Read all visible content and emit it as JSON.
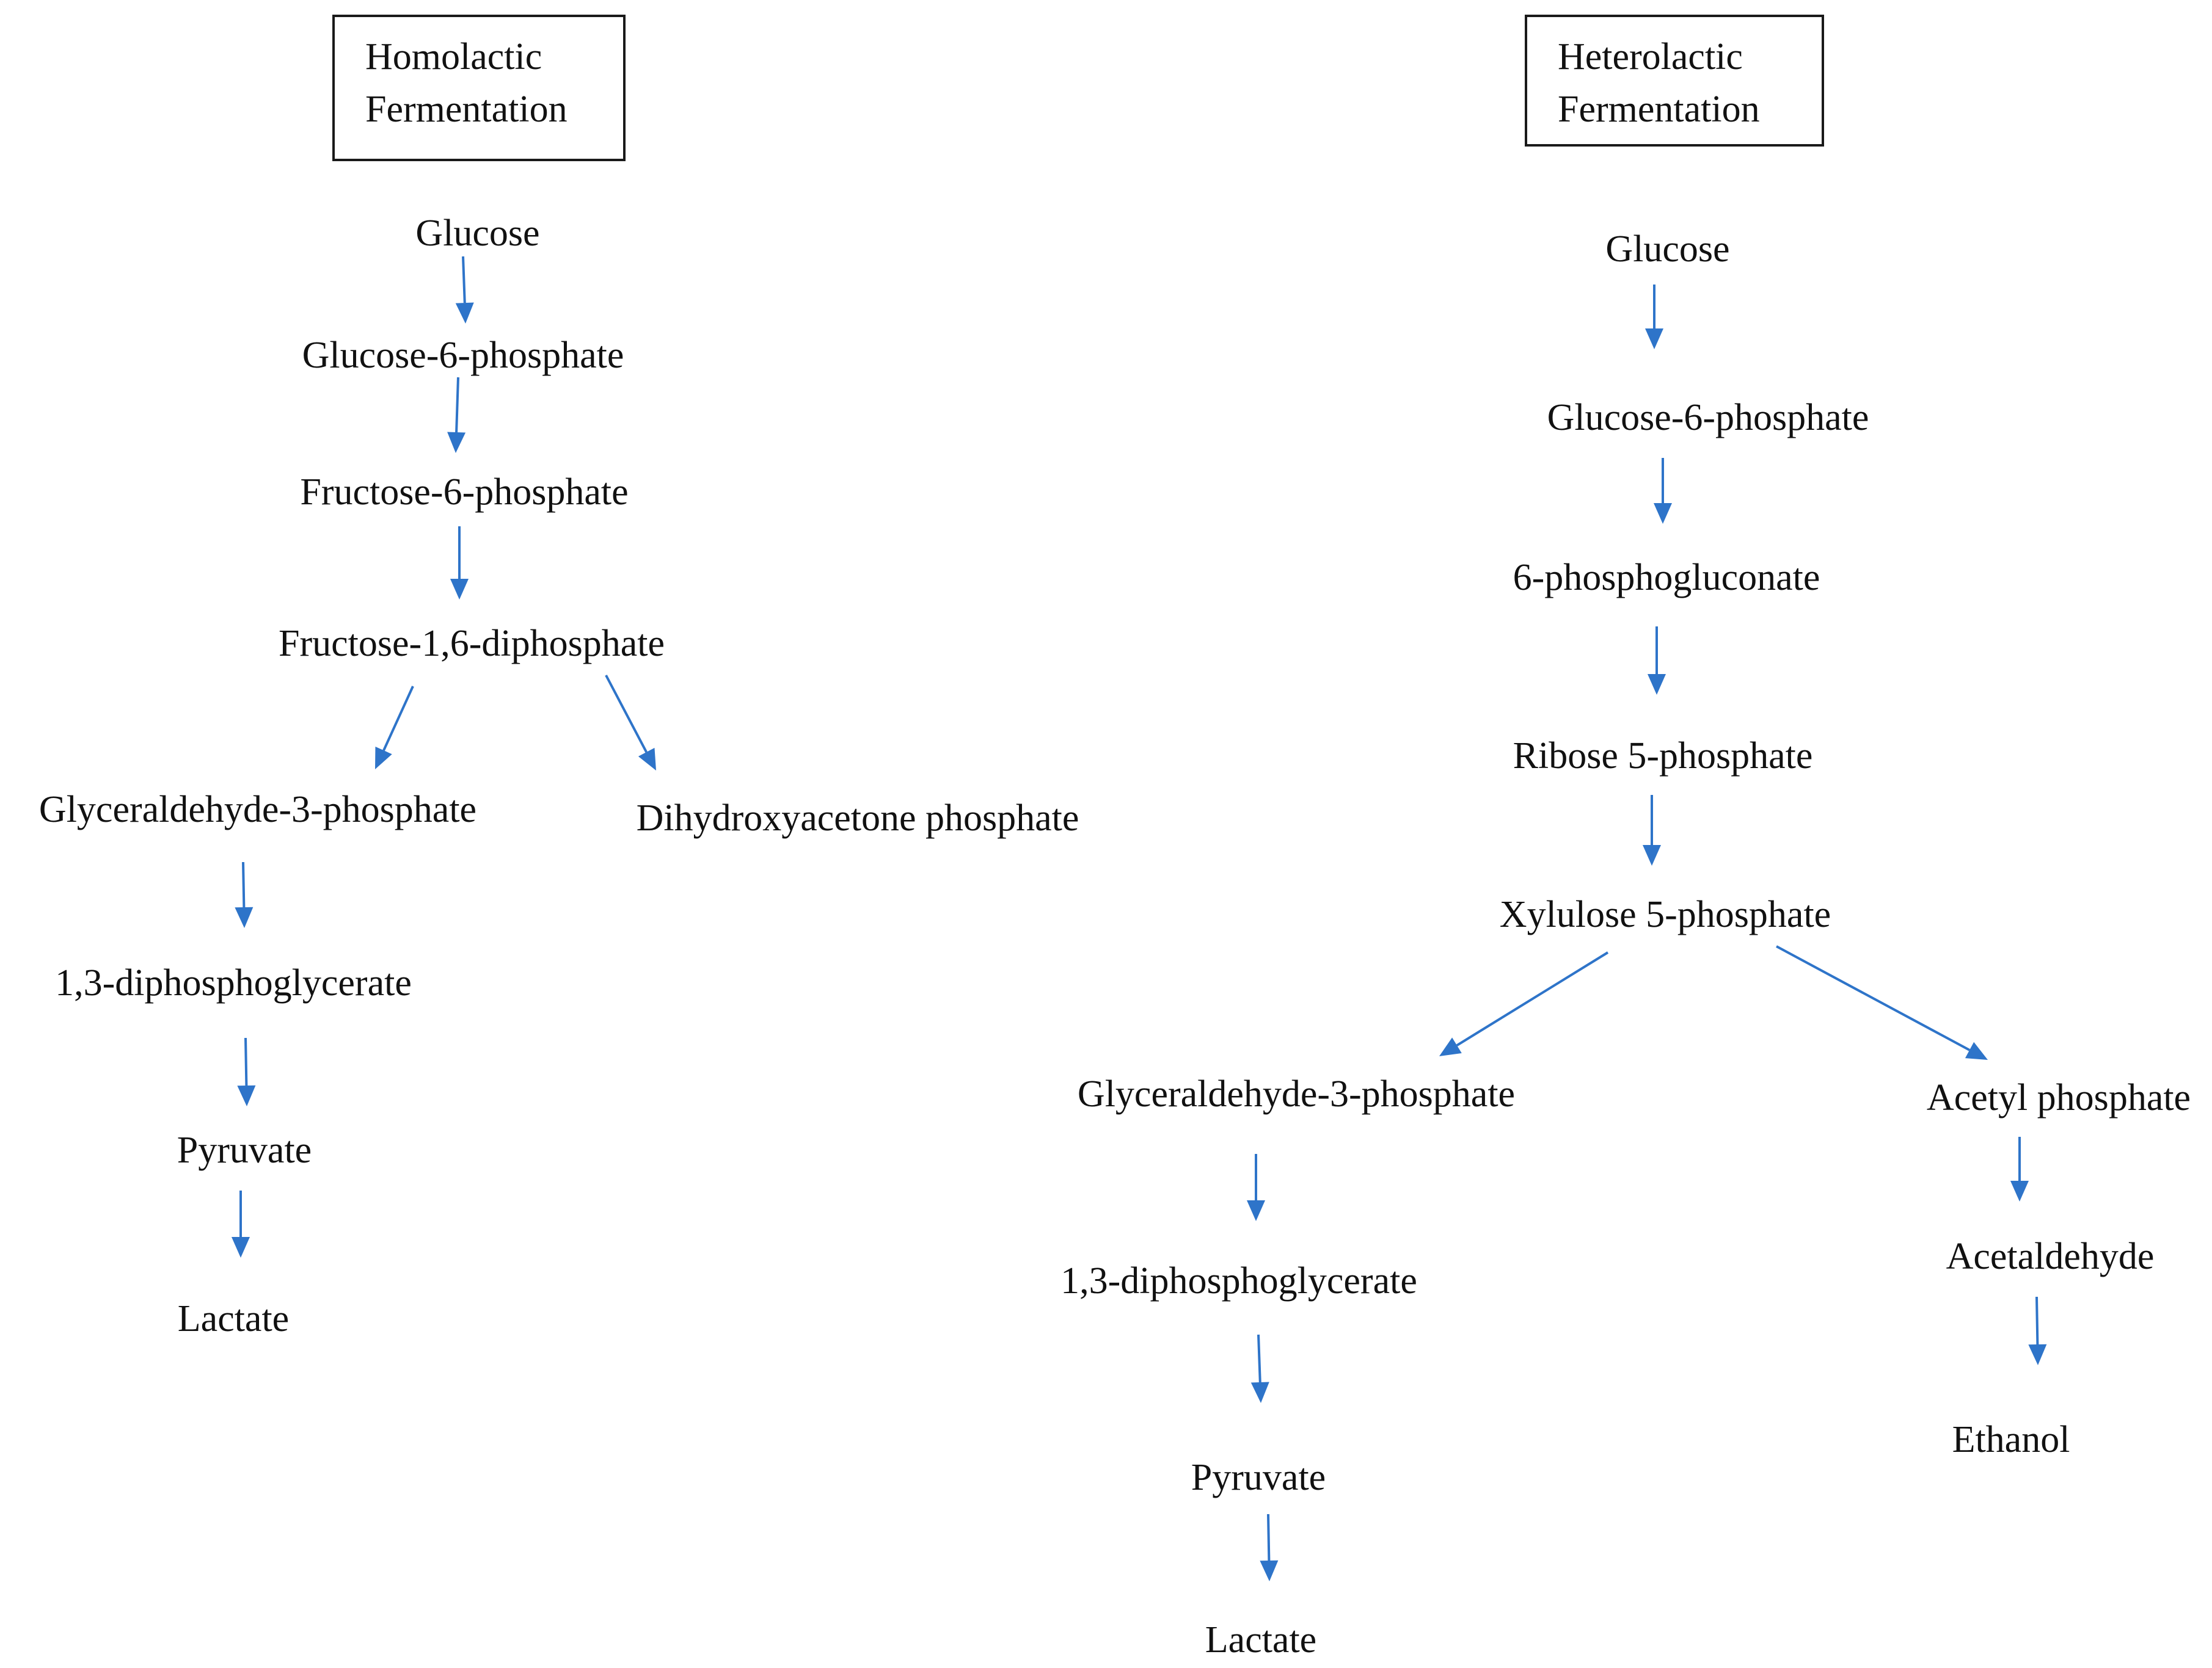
{
  "colors": {
    "arrow": "#2e74c9",
    "text": "#111111",
    "border": "#1a1a1a"
  },
  "homolactic": {
    "title_line1": "Homolactic",
    "title_line2": "Fermentation",
    "glucose": "Glucose",
    "glucose_6_phosphate": "Glucose-6-phosphate",
    "fructose_6_phosphate": "Fructose-6-phosphate",
    "fructose_1_6_diphosphate": "Fructose-1,6-diphosphate",
    "glyceraldehyde_3_phosphate": "Glyceraldehyde-3-phosphate",
    "dihydroxyacetone_phosphate": "Dihydroxyacetone phosphate",
    "diphosphoglycerate": "1,3-diphosphoglycerate",
    "pyruvate": "Pyruvate",
    "lactate": "Lactate"
  },
  "heterolactic": {
    "title_line1": "Heterolactic",
    "title_line2": "Fermentation",
    "glucose": "Glucose",
    "glucose_6_phosphate": "Glucose-6-phosphate",
    "phosphogluconate": "6-phosphogluconate",
    "ribose_5_phosphate": "Ribose 5-phosphate",
    "xylulose_5_phosphate": "Xylulose 5-phosphate",
    "glyceraldehyde_3_phosphate": "Glyceraldehyde-3-phosphate",
    "acetyl_phosphate": "Acetyl phosphate",
    "diphosphoglycerate": "1,3-diphosphoglycerate",
    "acetaldehyde": "Acetaldehyde",
    "pyruvate": "Pyruvate",
    "ethanol": "Ethanol",
    "lactate": "Lactate"
  }
}
